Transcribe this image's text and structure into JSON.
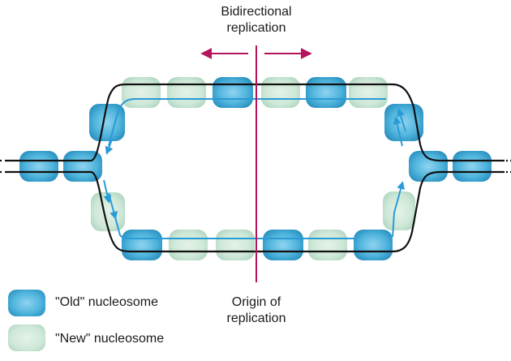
{
  "labels": {
    "bidirectional_line1": "Bidirectional",
    "bidirectional_line2": "replication",
    "origin_line1": "Origin of",
    "origin_line2": "replication"
  },
  "legend": {
    "old_label": "\"Old\" nucleosome",
    "new_label": "\"New\" nucleosome"
  },
  "colors": {
    "old_fill": "#4fb4dc",
    "old_edge": "#1f86b8",
    "new_fill": "#cfe8d8",
    "new_edge": "#a9d2bb",
    "dna": "#111111",
    "new_dna": "#3aa0d6",
    "arrow": "#b5135c"
  }
}
